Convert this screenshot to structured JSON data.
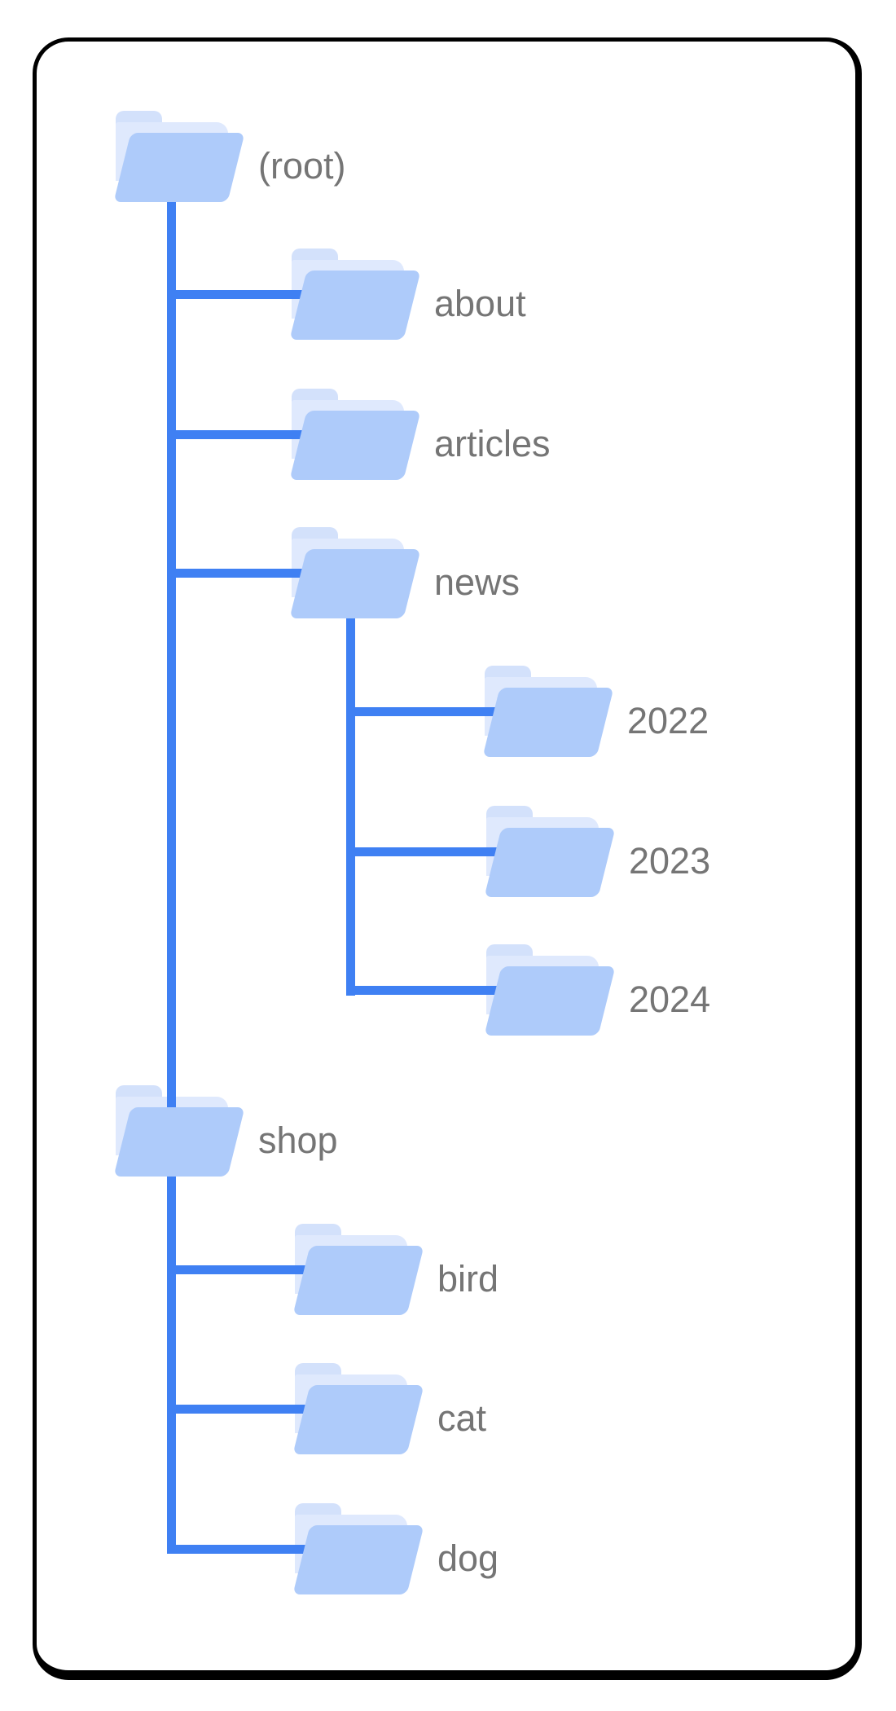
{
  "diagram": {
    "description": "Website URL folder-structure tree",
    "colors": {
      "connector_line": "#3f80f3",
      "folder_front": "#aecbfa",
      "folder_sheet": "#dfe9fd",
      "folder_tab": "#d3e1fb",
      "label_text": "#757575",
      "frame_border": "#000000",
      "background": "#ffffff"
    }
  },
  "tree": {
    "nodes": [
      {
        "label": "(root)",
        "parent": null,
        "depth": 0
      },
      {
        "label": "about",
        "parent": "(root)",
        "depth": 1
      },
      {
        "label": "articles",
        "parent": "(root)",
        "depth": 1
      },
      {
        "label": "news",
        "parent": "(root)",
        "depth": 1
      },
      {
        "label": "2022",
        "parent": "news",
        "depth": 2
      },
      {
        "label": "2023",
        "parent": "news",
        "depth": 2
      },
      {
        "label": "2024",
        "parent": "news",
        "depth": 2
      },
      {
        "label": "shop",
        "parent": "(root)",
        "depth": 1
      },
      {
        "label": "bird",
        "parent": "shop",
        "depth": 2
      },
      {
        "label": "cat",
        "parent": "shop",
        "depth": 2
      },
      {
        "label": "dog",
        "parent": "shop",
        "depth": 2
      }
    ]
  }
}
